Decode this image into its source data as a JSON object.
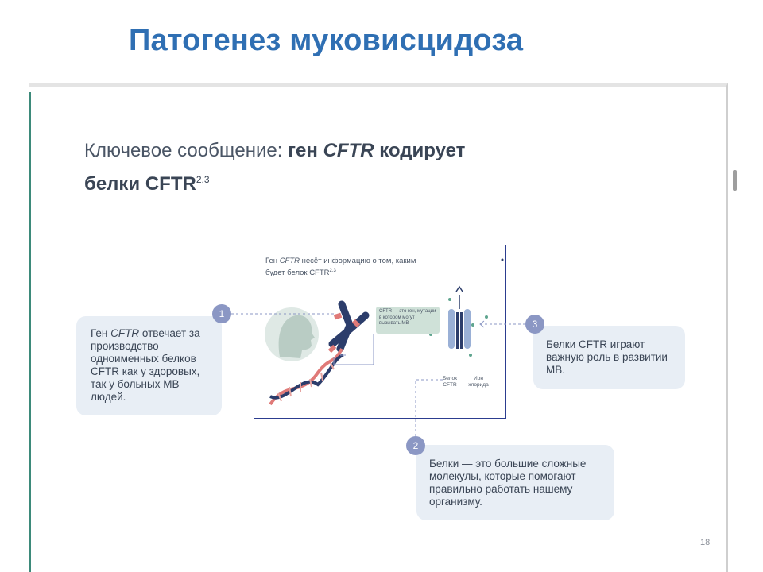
{
  "page_title": "Патогенез муковисцидоза",
  "key_message": {
    "lead": "Ключевое сообщение:",
    "part1": "ген",
    "gene": "CFTR",
    "part2": "кодирует",
    "line2": "белки CFTR",
    "sup": "2,3"
  },
  "figure": {
    "caption_pre": "Ген",
    "caption_gene": "CFTR",
    "caption_post": "несёт информацию о том, каким",
    "caption_line2": "будет белок CFTR",
    "caption_sup": "2,3",
    "callout": "CFTR — это ген, мутации в котором могут вызывать МВ",
    "label_protein": "Белок CFTR",
    "label_ion": "Ион хлорида"
  },
  "boxes": [
    {
      "number": "1",
      "pre": "Ген",
      "gene": "CFTR",
      "text": "отвечает за производство одноименных белков CFTR как у здоровых, так у больных МВ людей."
    },
    {
      "number": "2",
      "text": "Белки — это большие сложные молекулы, которые помогают правильно работать нашему организму."
    },
    {
      "number": "3",
      "text": "Белки CFTR играют важную роль в развитии МВ."
    }
  ],
  "page_number": "18",
  "colors": {
    "title": "#2f6fb3",
    "frame": "#2c3d8f",
    "badge": "#8b97c4",
    "box_bg": "#e8eef5",
    "callout_bg": "#cfe1d8",
    "dna_pink": "#e07a78",
    "dna_navy": "#2c3d6b",
    "channel": "#9ab0d6"
  },
  "icons": [
    "head-silhouette-icon",
    "chromosome-icon",
    "dna-helix-icon",
    "ion-channel-icon"
  ]
}
